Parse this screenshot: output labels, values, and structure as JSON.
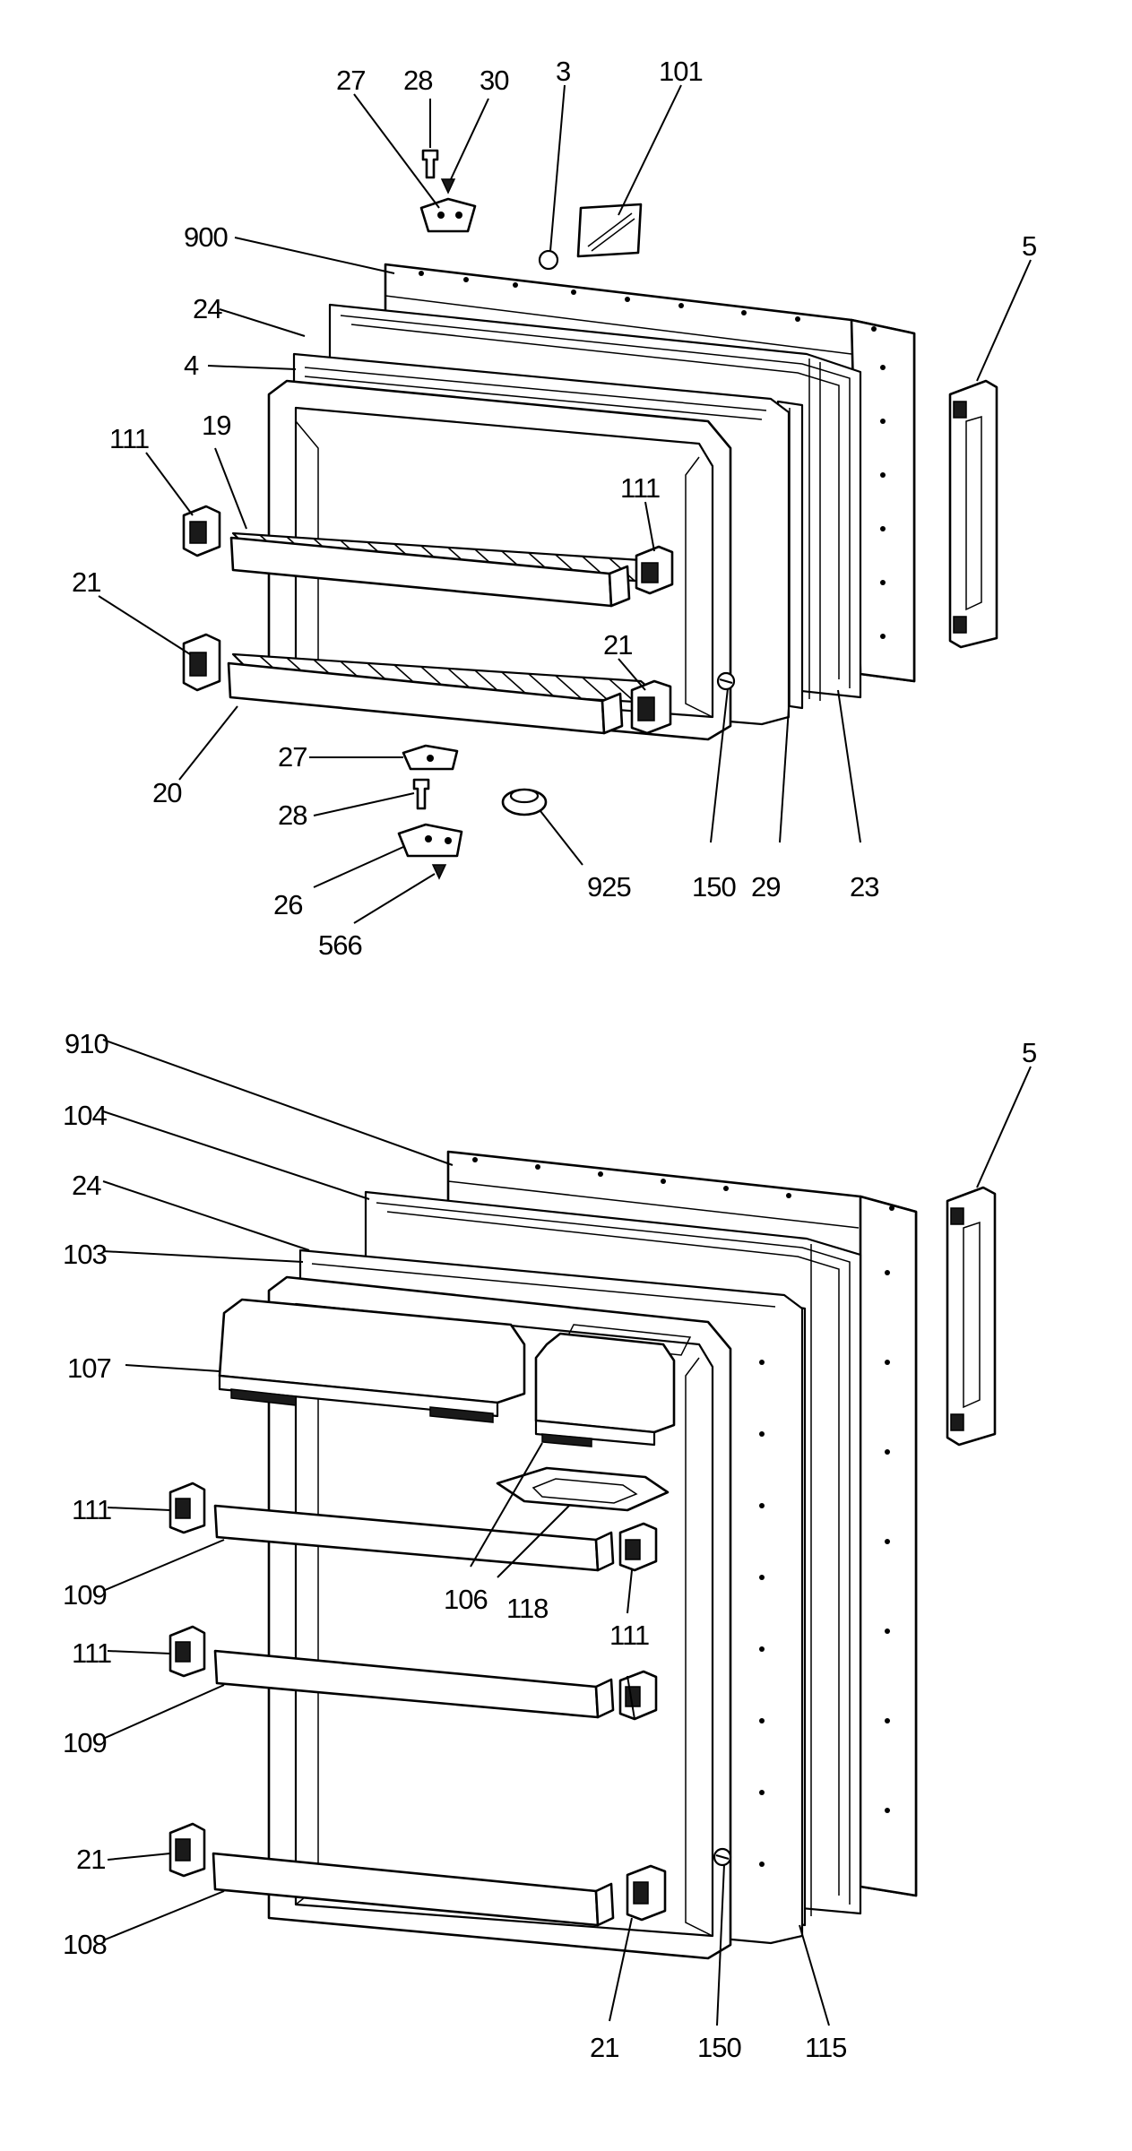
{
  "diagram": {
    "top": {
      "labels": {
        "l27a": "27",
        "l28a": "28",
        "l30": "30",
        "l3": "3",
        "l101": "101",
        "l900": "900",
        "l5a": "5",
        "l24a": "24",
        "l4": "4",
        "l111a": "111",
        "l19": "19",
        "l111b": "111",
        "l21a": "21",
        "l21b": "21",
        "l20": "20",
        "l27b": "27",
        "l28b": "28",
        "l26": "26",
        "l566": "566",
        "l925": "925",
        "l150a": "150",
        "l29": "29",
        "l23": "23"
      }
    },
    "bottom": {
      "labels": {
        "l910": "910",
        "l5b": "5",
        "l104": "104",
        "l24b": "24",
        "l103": "103",
        "l107": "107",
        "l111c": "111",
        "l109a": "109",
        "l106": "106",
        "l118": "118",
        "l111d": "111",
        "l111e": "111",
        "l109b": "109",
        "l21c": "21",
        "l108": "108",
        "l21d": "21",
        "l150b": "150",
        "l115": "115"
      }
    },
    "colors": {
      "ink": "#000000",
      "paper": "#ffffff"
    }
  }
}
